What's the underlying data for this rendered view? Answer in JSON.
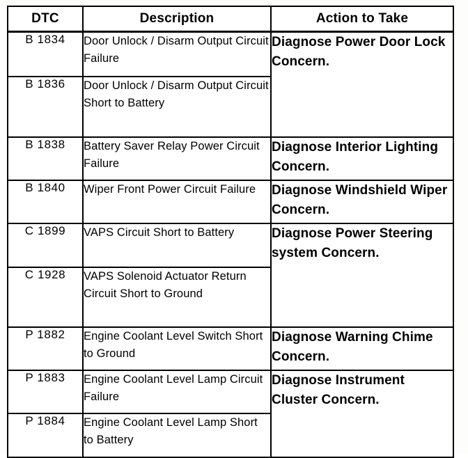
{
  "table": {
    "columns": [
      "DTC",
      "Description",
      "Action to Take"
    ],
    "rows": [
      {
        "dtc": "B 1834",
        "description": "Door Unlock / Disarm Output Circuit Failure",
        "action": "Diagnose Power Door Lock Concern.",
        "action_rowspan": 2
      },
      {
        "dtc": "B 1836",
        "description": "Door Unlock / Disarm Output Circuit Short to Battery",
        "action": null,
        "action_rowspan": 0
      },
      {
        "dtc": "B 1838",
        "description": "Battery Saver Relay Power Circuit Failure",
        "action": "Diagnose Interior Lighting Concern.",
        "action_rowspan": 1
      },
      {
        "dtc": "B 1840",
        "description": "Wiper Front Power Circuit Failure",
        "action": "Diagnose Windshield Wiper Concern.",
        "action_rowspan": 1
      },
      {
        "dtc": "C 1899",
        "description": "VAPS Circuit Short to Battery",
        "action": "Diagnose Power Steering system Concern.",
        "action_rowspan": 2
      },
      {
        "dtc": "C 1928",
        "description": "VAPS Solenoid Actuator Return Circuit Short to Ground",
        "action": null,
        "action_rowspan": 0
      },
      {
        "dtc": "P 1882",
        "description": "Engine Coolant Level Switch Short to Ground",
        "action": "Diagnose Warning Chime Concern.",
        "action_rowspan": 1
      },
      {
        "dtc": "P 1883",
        "description": "Engine Coolant Level Lamp Circuit Failure",
        "action": "Diagnose Instrument Cluster Concern.",
        "action_rowspan": 2
      },
      {
        "dtc": "P 1884",
        "description": "Engine Coolant Level Lamp Short to Battery",
        "action": null,
        "action_rowspan": 0
      }
    ]
  },
  "colors": {
    "border": "#000000",
    "text": "#000000",
    "cell_background": "#ffffff",
    "page_background": "#fdfdfb"
  }
}
